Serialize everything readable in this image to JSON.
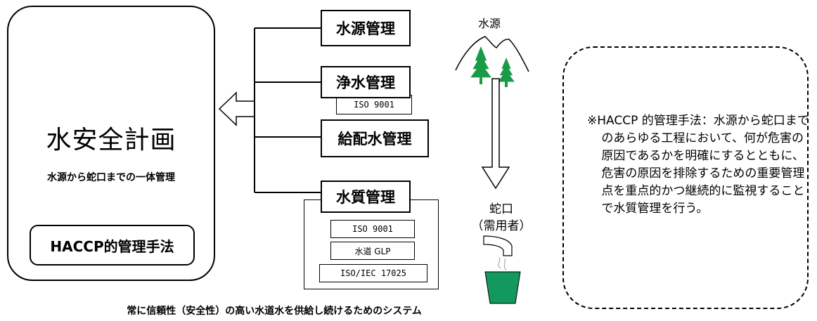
{
  "plan": {
    "title": "水安全計画",
    "subtitle": "水源から蛇口までの一体管理",
    "haccp_label": "HACCP的管理手法"
  },
  "management": {
    "source": "水源管理",
    "purification": "浄水管理",
    "purification_cert": "ISO 9001",
    "distribution": "給配水管理",
    "quality": "水質管理",
    "quality_certs": [
      "ISO 9001",
      "水道 GLP",
      "ISO/IEC 17025"
    ]
  },
  "illustration": {
    "source_label": "水源",
    "faucet_label": "蛇口",
    "consumer_label": "（需用者）"
  },
  "footer": "常に信頼性（安全性）の高い水道水を供給し続けるためのシステム",
  "note": "※HACCP 的管理手法：水源から蛇口までのあらゆる工程において、何が危害の原因であるかを明確にするとともに、危害の原因を排除するための重要管理点を重点的かつ継続的に監視することで水質管理を行う。",
  "colors": {
    "tree": "#1a9a47",
    "cup": "#139960",
    "line": "#000000"
  }
}
